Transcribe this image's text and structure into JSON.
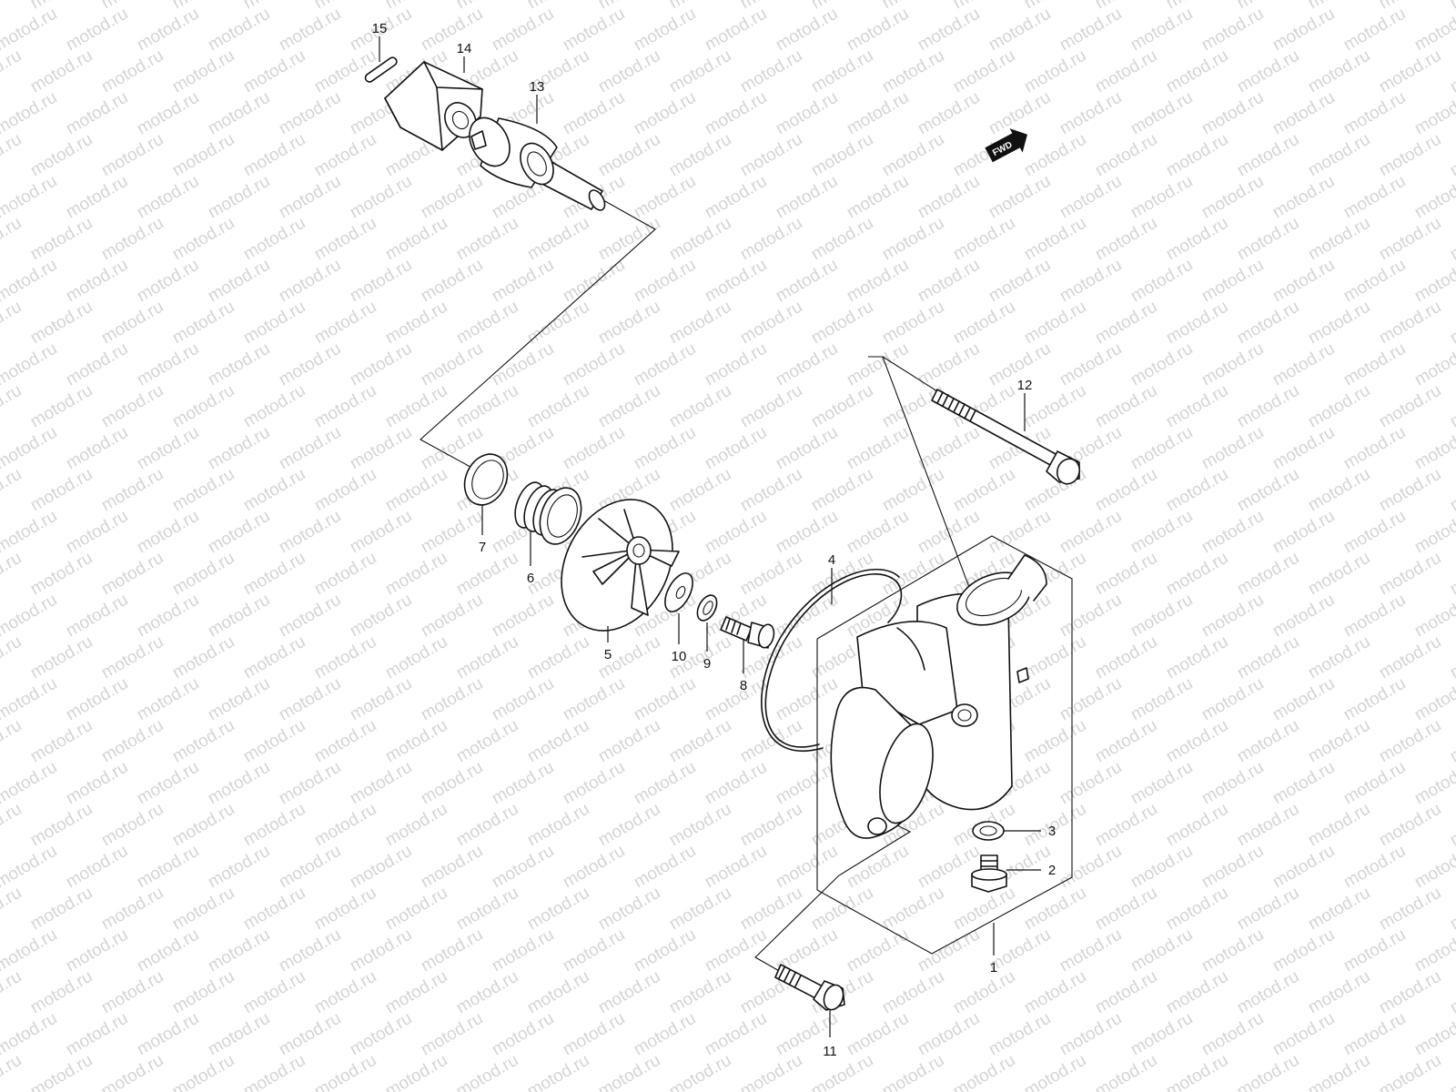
{
  "watermark": {
    "text": "motod.ru"
  },
  "direction_badge": {
    "label": "FWD",
    "icon": "forward-arrow-icon"
  },
  "parts": [
    {
      "id": "1",
      "callout": "1",
      "name": "water-pump-body-assembly"
    },
    {
      "id": "2",
      "callout": "2",
      "name": "drain-plug"
    },
    {
      "id": "3",
      "callout": "3",
      "name": "plug-gasket"
    },
    {
      "id": "4",
      "callout": "4",
      "name": "o-ring"
    },
    {
      "id": "5",
      "callout": "5",
      "name": "impeller"
    },
    {
      "id": "6",
      "callout": "6",
      "name": "mechanical-seal"
    },
    {
      "id": "7",
      "callout": "7",
      "name": "oil-seal"
    },
    {
      "id": "8",
      "callout": "8",
      "name": "impeller-bolt"
    },
    {
      "id": "9",
      "callout": "9",
      "name": "seal-washer"
    },
    {
      "id": "10",
      "callout": "10",
      "name": "impeller-washer"
    },
    {
      "id": "11",
      "callout": "11",
      "name": "cover-bolt"
    },
    {
      "id": "12",
      "callout": "12",
      "name": "long-bolt"
    },
    {
      "id": "13",
      "callout": "13",
      "name": "pump-shaft-with-bearing"
    },
    {
      "id": "14",
      "callout": "14",
      "name": "drive-coupling"
    },
    {
      "id": "15",
      "callout": "15",
      "name": "pin"
    }
  ],
  "colors": {
    "line": "#111111",
    "watermark": "#d4d4d4",
    "background": "#ffffff"
  }
}
